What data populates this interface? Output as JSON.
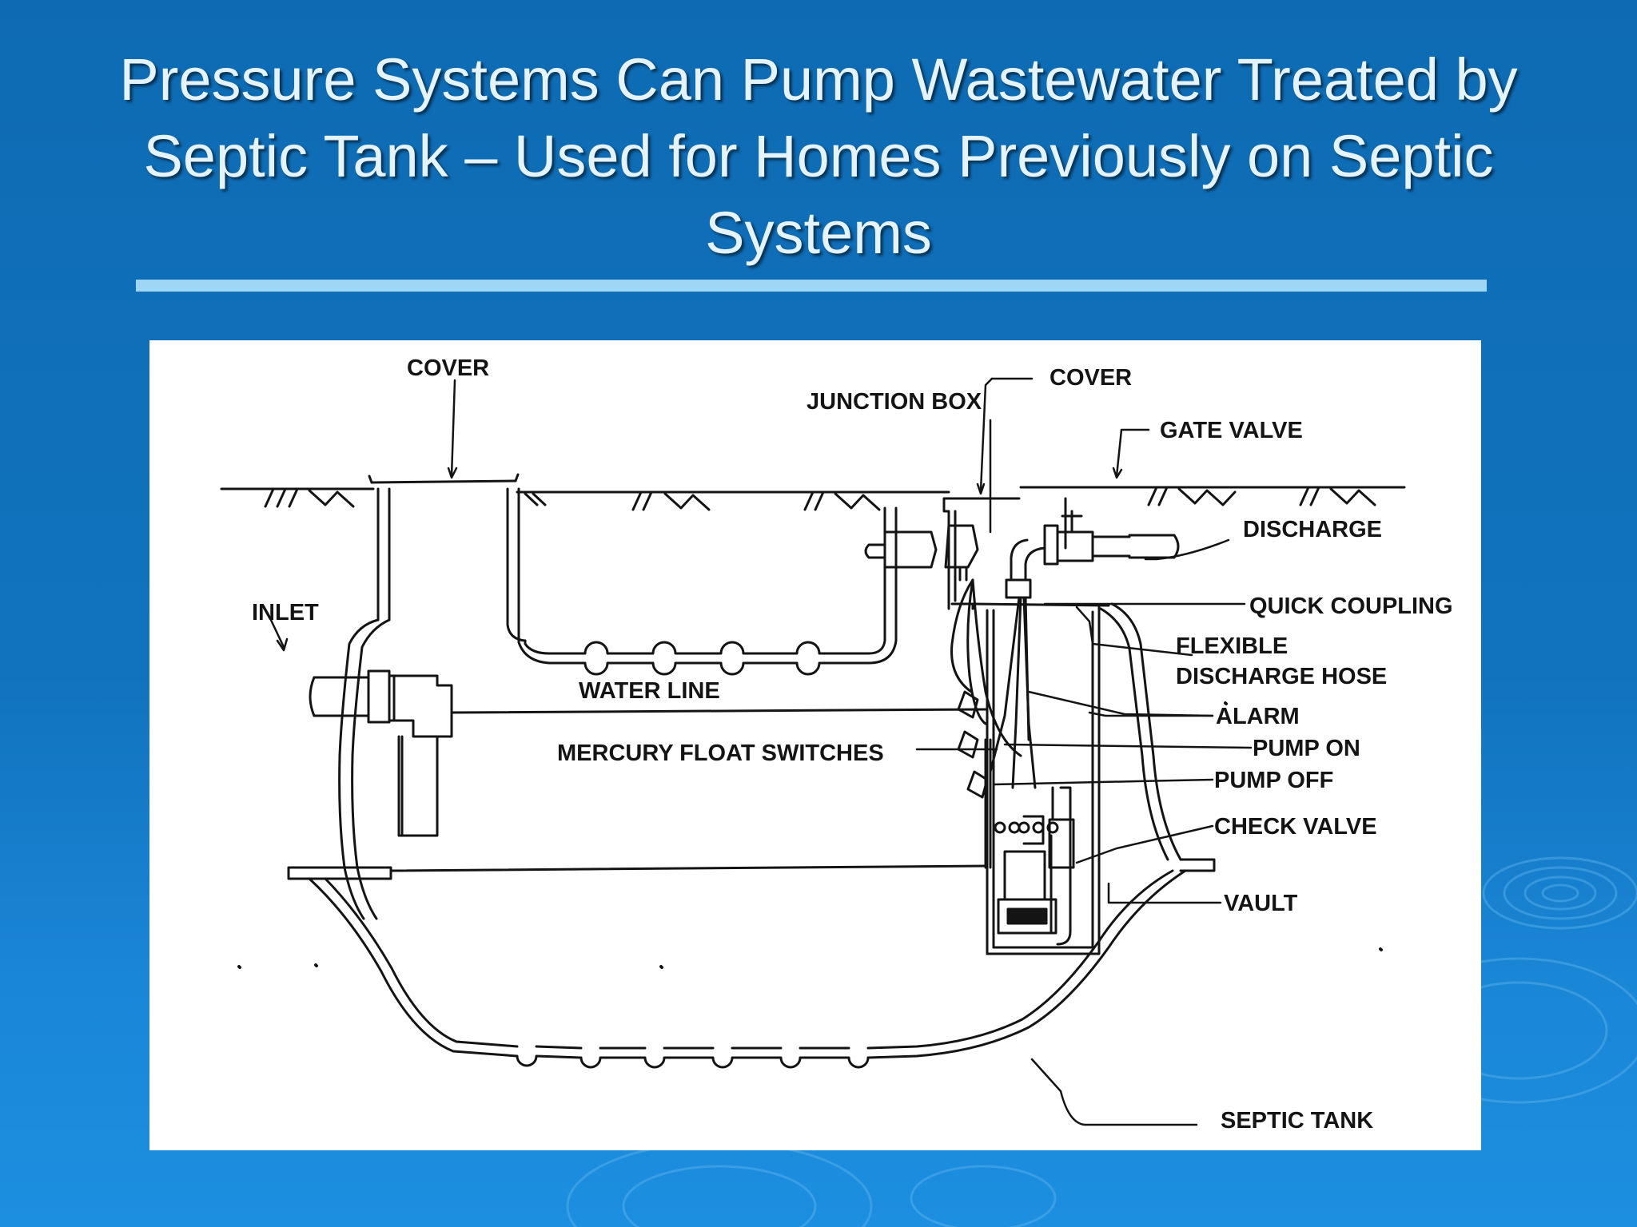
{
  "slide": {
    "title": "Pressure Systems Can Pump Wastewater Treated by Septic Tank – Used for Homes Previously on Septic Systems"
  },
  "diagram": {
    "labels": {
      "cover_left": "COVER",
      "cover_right": "COVER",
      "junction_box": "JUNCTION BOX",
      "gate_valve": "GATE VALVE",
      "discharge": "DISCHARGE",
      "inlet": "INLET",
      "quick_coupling": "QUICK COUPLING",
      "flexible_1": "FLEXIBLE",
      "flexible_2": "DISCHARGE HOSE",
      "water_line": "WATER LINE",
      "alarm": "ALARM",
      "mercury_float": "MERCURY FLOAT SWITCHES",
      "pump_on": "PUMP ON",
      "pump_off": "PUMP OFF",
      "check_valve": "CHECK VALVE",
      "vault": "VAULT",
      "septic_tank": "SEPTIC TANK"
    }
  },
  "colors": {
    "background": "#1173be",
    "title_text": "#e4f3fc",
    "rule": "#9fd6f5",
    "diagram_bg": "#ffffff",
    "ink": "#141414"
  }
}
